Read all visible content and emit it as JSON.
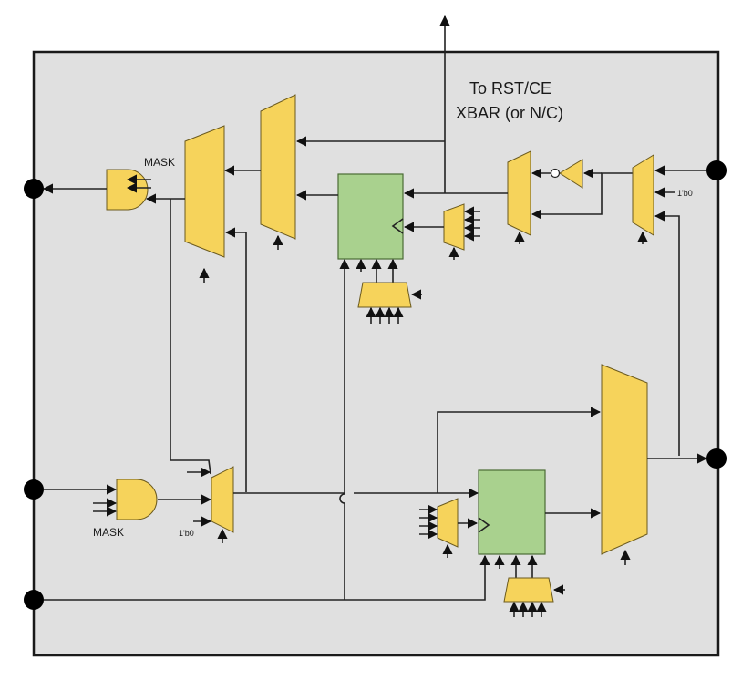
{
  "labels": {
    "to_rst_ce_line1": "To RST/CE",
    "to_rst_ce_line2": "XBAR (or N/C)",
    "mask_top": "MASK",
    "mask_bottom": "MASK",
    "const_top": "1'b0",
    "const_bottom": "1'b0"
  },
  "colors": {
    "background": "#e0e0e0",
    "mux": "#f6d35b",
    "flipflop": "#a9d18e",
    "wire": "#222222"
  }
}
